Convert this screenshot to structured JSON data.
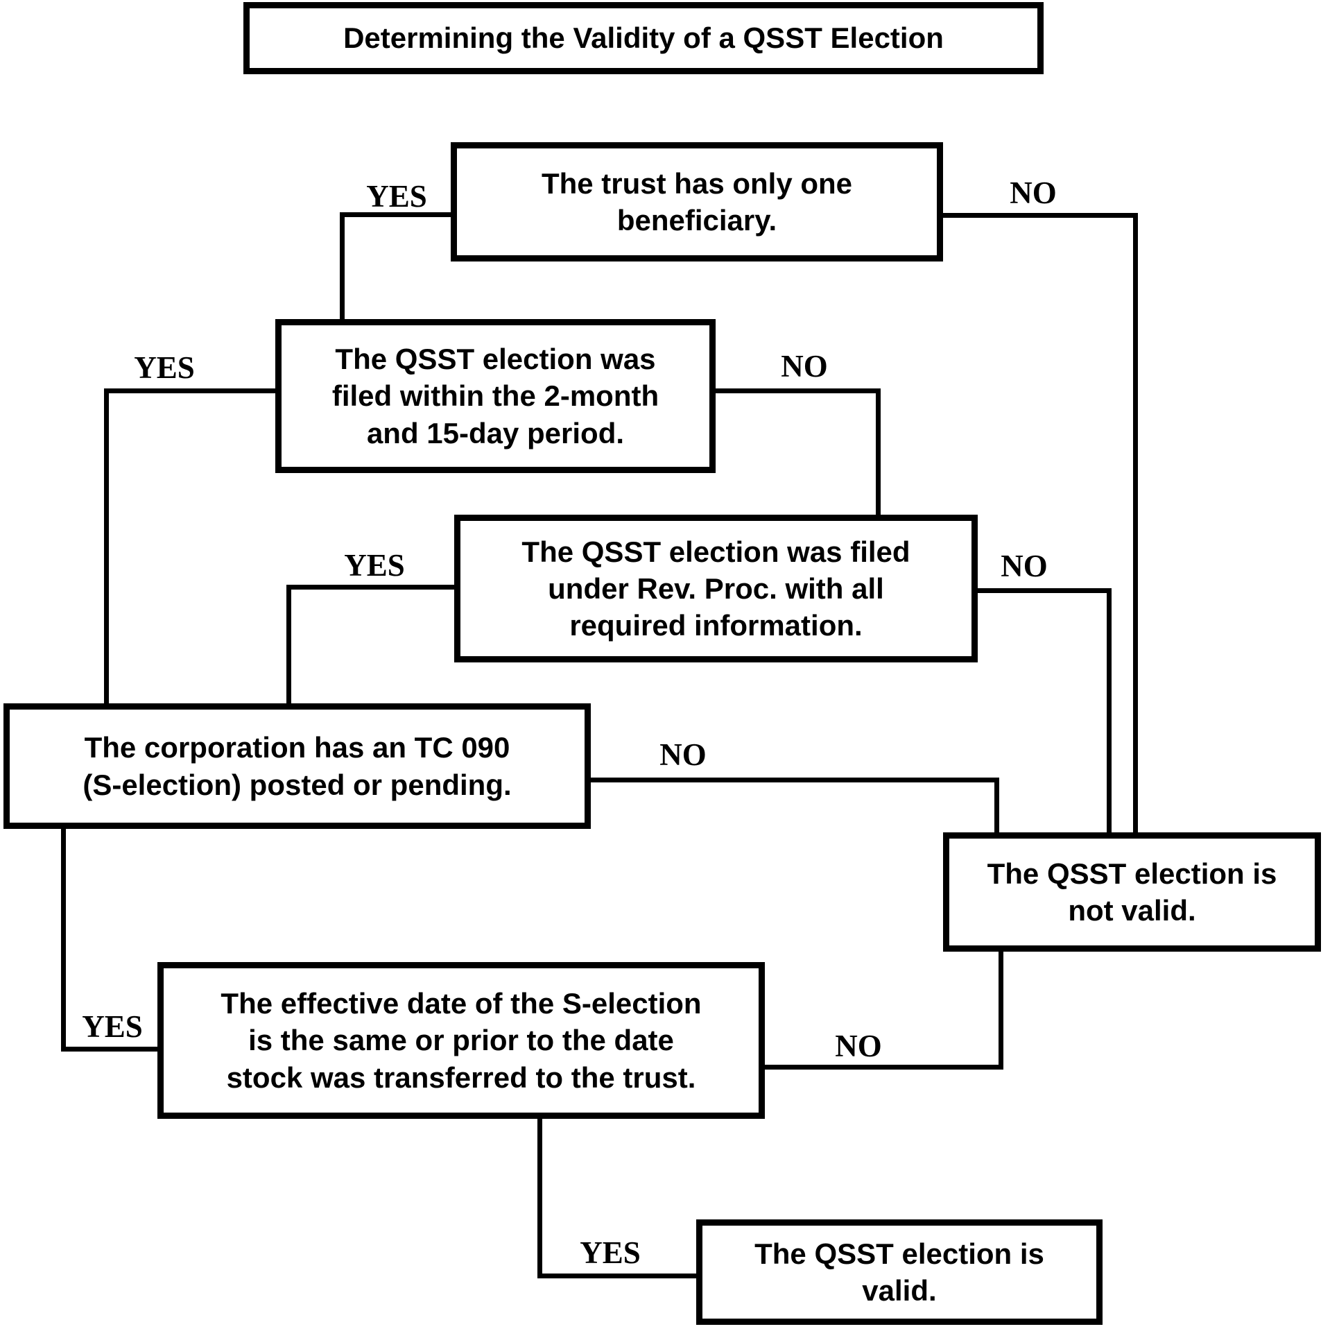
{
  "title": "Determining the Validity of a QSST Election",
  "nodes": {
    "trust_beneficiary": {
      "text": "The trust has only one\nbeneficiary."
    },
    "election_period": {
      "text": "The QSST election was\nfiled within the 2-month\nand 15-day period."
    },
    "rev_proc": {
      "text": "The QSST election was filed\nunder Rev. Proc. with all\nrequired information."
    },
    "s_election_posted": {
      "text": "The corporation has an TC 090\n(S-election) posted or pending."
    },
    "not_valid": {
      "text": "The QSST election is\nnot valid."
    },
    "effective_date": {
      "text": "The effective date of the S-election\nis the same or prior to the date\nstock was transferred to the trust."
    },
    "valid": {
      "text": "The QSST election is\nvalid."
    }
  },
  "edges": {
    "trust_yes": {
      "label": "YES"
    },
    "trust_no": {
      "label": "NO"
    },
    "period_yes": {
      "label": "YES"
    },
    "period_no": {
      "label": "NO"
    },
    "revproc_yes": {
      "label": "YES"
    },
    "revproc_no": {
      "label": "NO"
    },
    "corp_yes": {
      "label": "YES"
    },
    "corp_no": {
      "label": "NO"
    },
    "effective_yes": {
      "label": "YES"
    },
    "effective_no": {
      "label": "NO"
    }
  },
  "colors": {
    "line": "#000000",
    "background": "#ffffff",
    "text": "#000000"
  }
}
